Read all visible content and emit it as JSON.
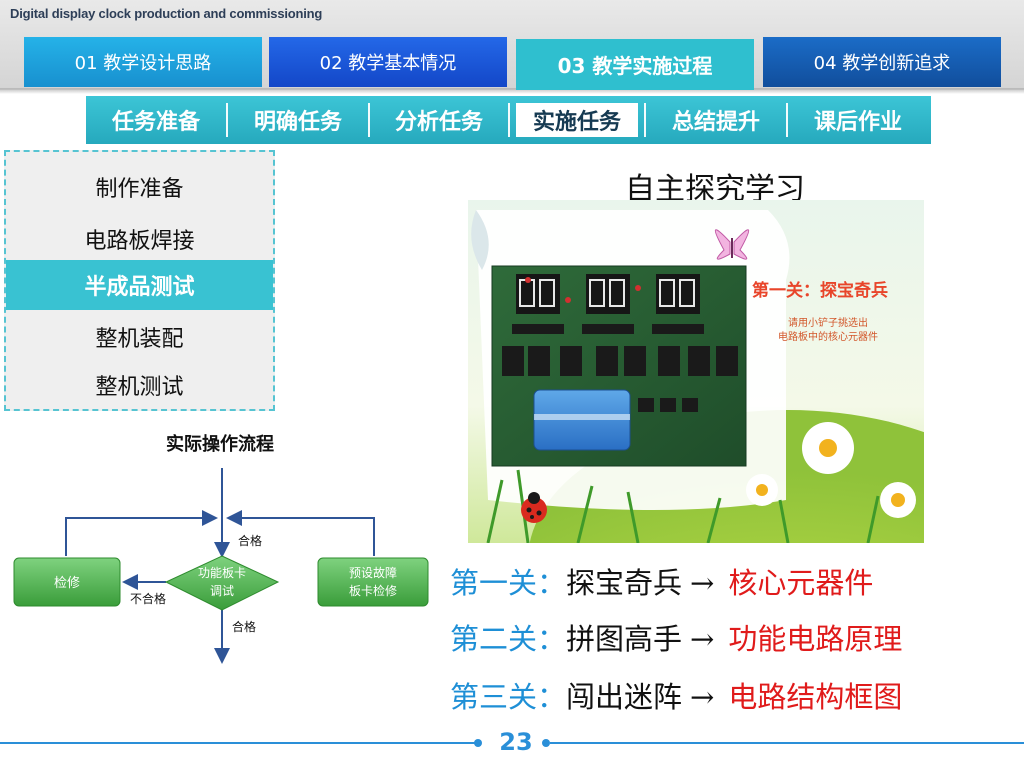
{
  "header": {
    "title": "Digital display clock production and commissioning"
  },
  "main_tabs": [
    {
      "label": "01 教学设计思路"
    },
    {
      "label": "02 教学基本情况"
    },
    {
      "label": "03 教学实施过程"
    },
    {
      "label": "04 教学创新追求"
    }
  ],
  "sub_nav": [
    {
      "label": "任务准备"
    },
    {
      "label": "明确任务"
    },
    {
      "label": "分析任务"
    },
    {
      "label": "实施任务"
    },
    {
      "label": "总结提升"
    },
    {
      "label": "课后作业"
    }
  ],
  "steps": [
    {
      "label": "制作准备"
    },
    {
      "label": "电路板焊接"
    },
    {
      "label": "半成品测试"
    },
    {
      "label": "整机装配"
    },
    {
      "label": "整机测试"
    }
  ],
  "flow": {
    "title": "实际操作流程",
    "repair": "检修",
    "decision_line1": "功能板卡",
    "decision_line2": "调试",
    "preset_line1": "预设故障",
    "preset_line2": "板卡检修",
    "pass_top": "合格",
    "pass_bottom": "合格",
    "fail": "不合格"
  },
  "study": {
    "title": "自主探究学习",
    "banner": "第一关：探宝奇兵",
    "hint_line1": "请用小铲子挑选出",
    "hint_line2": "电路板中的核心元器件"
  },
  "levels": [
    {
      "name": "第一关：",
      "task": "探宝奇兵",
      "arrow": "→",
      "goal": "核心元器件"
    },
    {
      "name": "第二关：",
      "task": "拼图高手",
      "arrow": "→",
      "goal": "功能电路原理"
    },
    {
      "name": "第三关：",
      "task": "闯出迷阵",
      "arrow": "→",
      "goal": "电路结构框图"
    }
  ],
  "footer": {
    "page": "23"
  },
  "colors": {
    "teal": "#39c2d2",
    "blue": "#1e8fd6",
    "red": "#e01b1b",
    "green": "#3fae3f"
  }
}
